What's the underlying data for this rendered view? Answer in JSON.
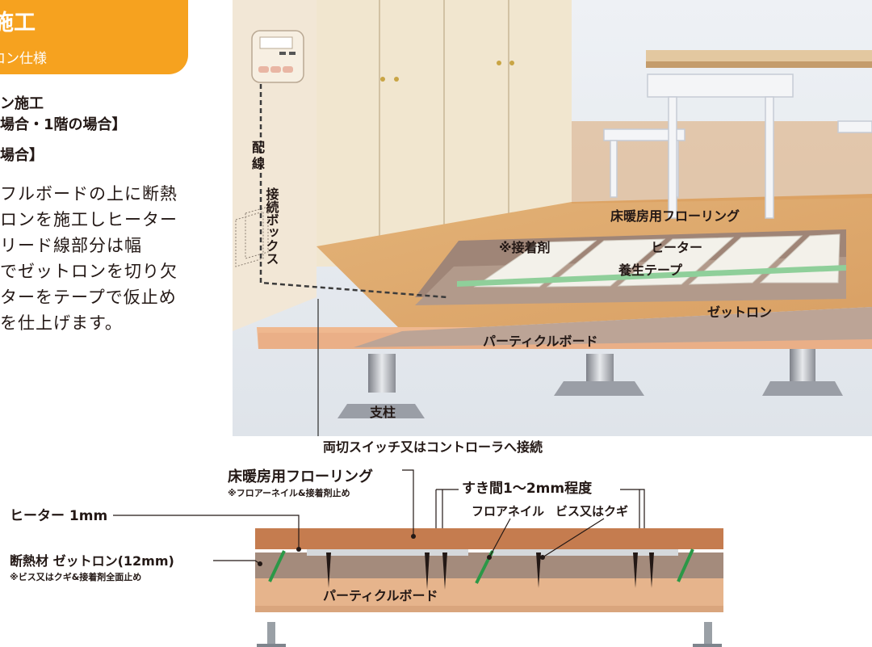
{
  "header": {
    "title": "施工",
    "subtitle": "ロン仕様"
  },
  "intro": {
    "heading_lines": [
      "ン施工",
      "場合・1階の場合】",
      "場合】"
    ],
    "body_lines": [
      "フルボードの上に断熱",
      "ロンを施工しヒーター",
      "リード線部分は幅",
      "でゼットロンを切り欠",
      "ターをテープで仮止め",
      "を仕上げます。"
    ]
  },
  "scene": {
    "wiring": "配線",
    "junction_box": "接続ボックス",
    "floor_label": "床暖房用フローリング",
    "adhesive_label": "※接着剤",
    "heater_label": "ヒーター",
    "tape_label": "養生テープ",
    "zetron_label": "ゼットロン",
    "board_label": "パーティクルボード",
    "post_label": "支柱",
    "switch_label": "両切スイッチ又はコントローラへ接続"
  },
  "section": {
    "flooring": "床暖房用フローリング",
    "flooring_note": "※フロアーネイル&接着剤止め",
    "gap": "すき間1～2mm程度",
    "nail": "フロアネイル",
    "screw": "ビス又はクギ",
    "heater": "ヒーター 1mm",
    "insulation": "断熱材 ゼットロン(12mm)",
    "insulation_note": "※ビス又はクギ&接着剤全面止め",
    "board": "パーティクルボード"
  },
  "colors": {
    "accent": "#f6a21f",
    "flooring": "#c57c4f",
    "board": "#e6b48c",
    "zetron": "#a48b7c",
    "tape": "#8fcf9a",
    "wall": "#f2e7d6"
  }
}
